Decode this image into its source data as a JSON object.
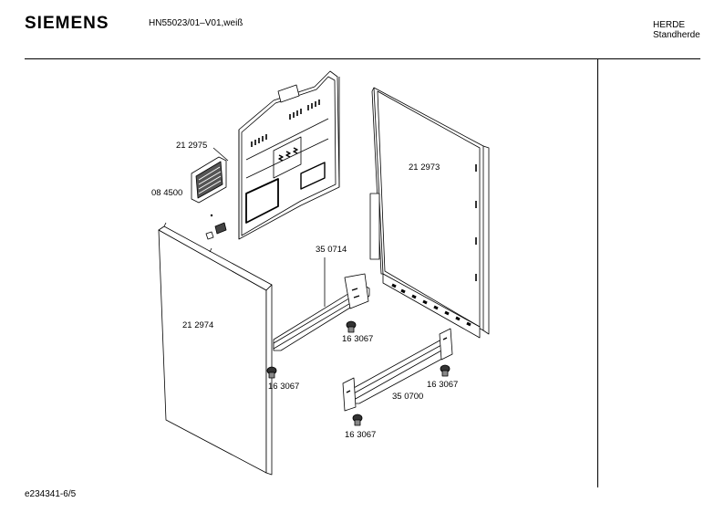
{
  "header": {
    "brand": "SIEMENS",
    "model": "HN55023/01–V01,weiß",
    "category_line1": "HERDE",
    "category_line2": "Standherde"
  },
  "footer": {
    "doc_id": "e234341-6/5"
  },
  "parts": {
    "back_panel": "21 2975",
    "vent_grille": "08 4500",
    "right_side_panel": "21 2973",
    "left_side_panel": "21 2974",
    "rear_rail": "35 0714",
    "front_rail": "35 0700",
    "foot_1": "16 3067",
    "foot_2": "16 3067",
    "foot_3": "16 3067",
    "foot_4": "16 3067"
  }
}
